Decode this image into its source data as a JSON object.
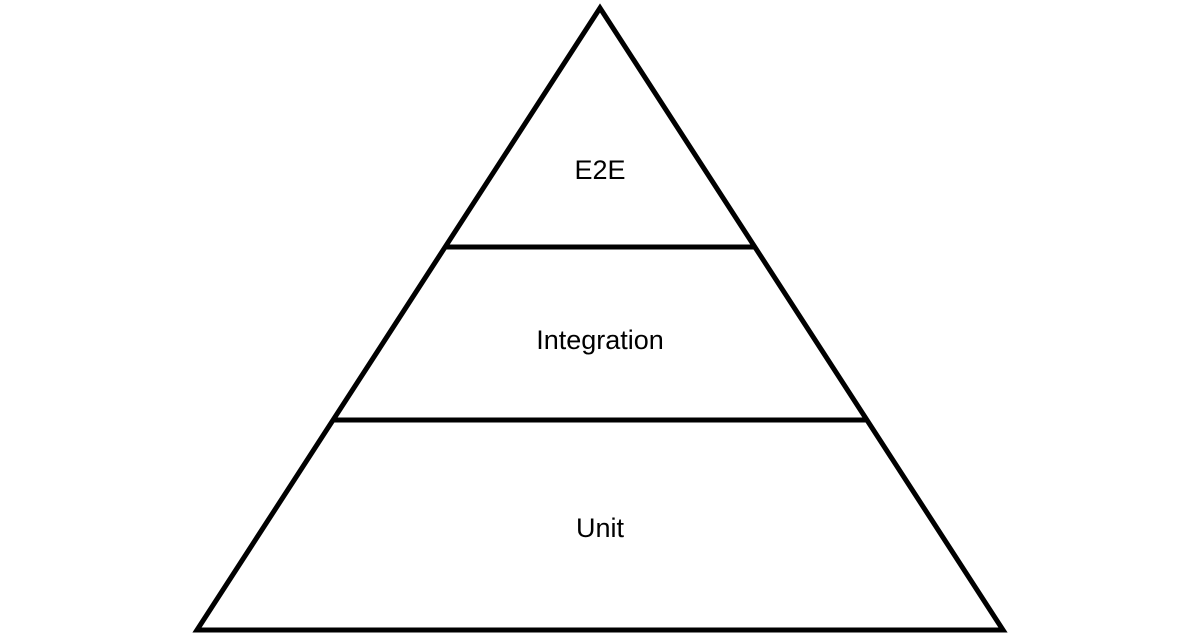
{
  "diagram": {
    "type": "pyramid",
    "levels": [
      {
        "label": "E2E"
      },
      {
        "label": "Integration"
      },
      {
        "label": "Unit"
      }
    ],
    "colors": {
      "stroke": "#000000",
      "background": "#ffffff"
    }
  }
}
